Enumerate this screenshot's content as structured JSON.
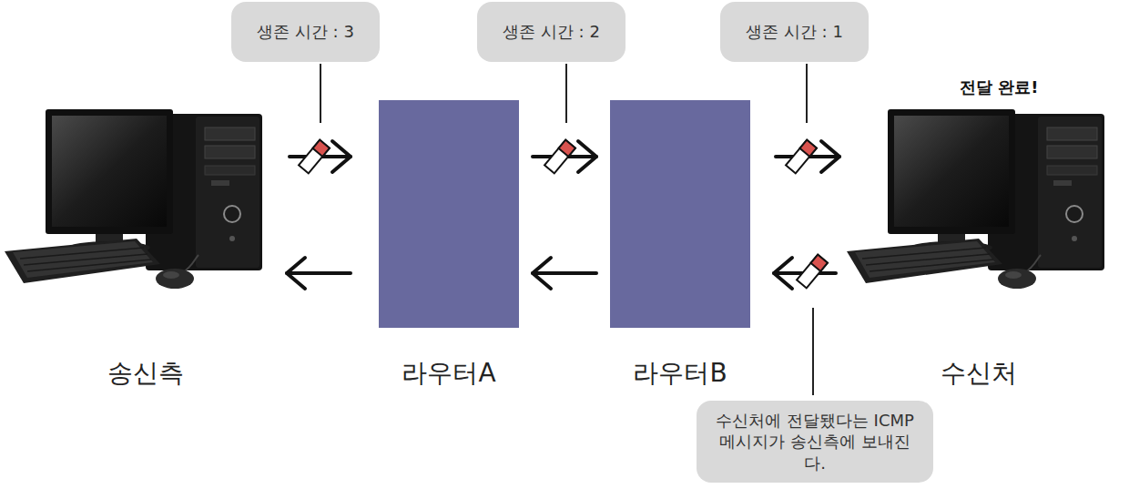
{
  "diagram": {
    "nodes": [
      {
        "text": [
          "생존 시간 : 3"
        ]
      },
      {
        "text": [
          "생존 시간 : 2"
        ]
      },
      {
        "text": [
          "생존 시간 : 1"
        ]
      },
      {
        "text": [
          "송신측"
        ]
      },
      {
        "text": [
          "라우터A"
        ]
      },
      {
        "text": [
          "라우터B"
        ]
      },
      {
        "text": [
          "수신처"
        ]
      },
      {
        "text": [
          "수신처에 전달됐다는 ICMP 메시지가 송신측에 보내진다."
        ]
      }
    ],
    "edges": [
      {
        "from": 3,
        "to": 4,
        "arrow": "to"
      },
      {
        "from": 4,
        "to": 5,
        "arrow": "to"
      },
      {
        "from": 5,
        "to": 6,
        "arrow": "to"
      },
      {
        "from": 6,
        "to": 5,
        "arrow": "to"
      },
      {
        "from": 5,
        "to": 4,
        "arrow": "to"
      },
      {
        "from": 4,
        "to": 3,
        "arrow": "to"
      }
    ],
    "labels": [
      "전달 완료!"
    ]
  }
}
